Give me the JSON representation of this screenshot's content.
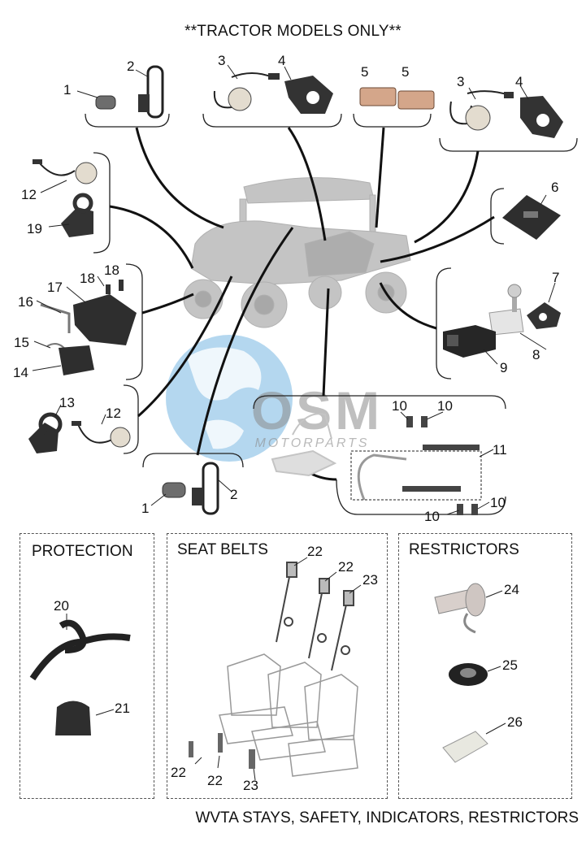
{
  "header": {
    "title": "**TRACTOR MODELS ONLY**"
  },
  "footer": {
    "caption": "WVTA STAYS, SAFETY, INDICATORS, RESTRICTORS"
  },
  "watermark": {
    "brand": "OSM",
    "subtitle": "MOTORPARTS"
  },
  "sections": {
    "protection": "PROTECTION",
    "seat_belts": "SEAT BELTS",
    "restrictors": "RESTRICTORS"
  },
  "callouts": {
    "n1a": "1",
    "n2a": "2",
    "n3a": "3",
    "n4a": "4",
    "n5a": "5",
    "n5b": "5",
    "n3b": "3",
    "n4b": "4",
    "n6": "6",
    "n7": "7",
    "n8": "8",
    "n9": "9",
    "n12a": "12",
    "n19": "19",
    "n18a": "18",
    "n18b": "18",
    "n17": "17",
    "n16": "16",
    "n15": "15",
    "n14": "14",
    "n13": "13",
    "n12b": "12",
    "n1b": "1",
    "n2b": "2",
    "n10a": "10",
    "n10b": "10",
    "n11": "11",
    "n10c": "10",
    "n10d": "10",
    "n20": "20",
    "n21": "21",
    "n22a": "22",
    "n22b": "22",
    "n23a": "23",
    "n22c": "22",
    "n22d": "22",
    "n23b": "23",
    "n24": "24",
    "n25": "25",
    "n26": "26"
  },
  "colors": {
    "line": "#111111",
    "watermark_blue": "#2a8fd4",
    "watermark_grey": "#8c8c8c",
    "vehicle": "#bdbdbd"
  }
}
